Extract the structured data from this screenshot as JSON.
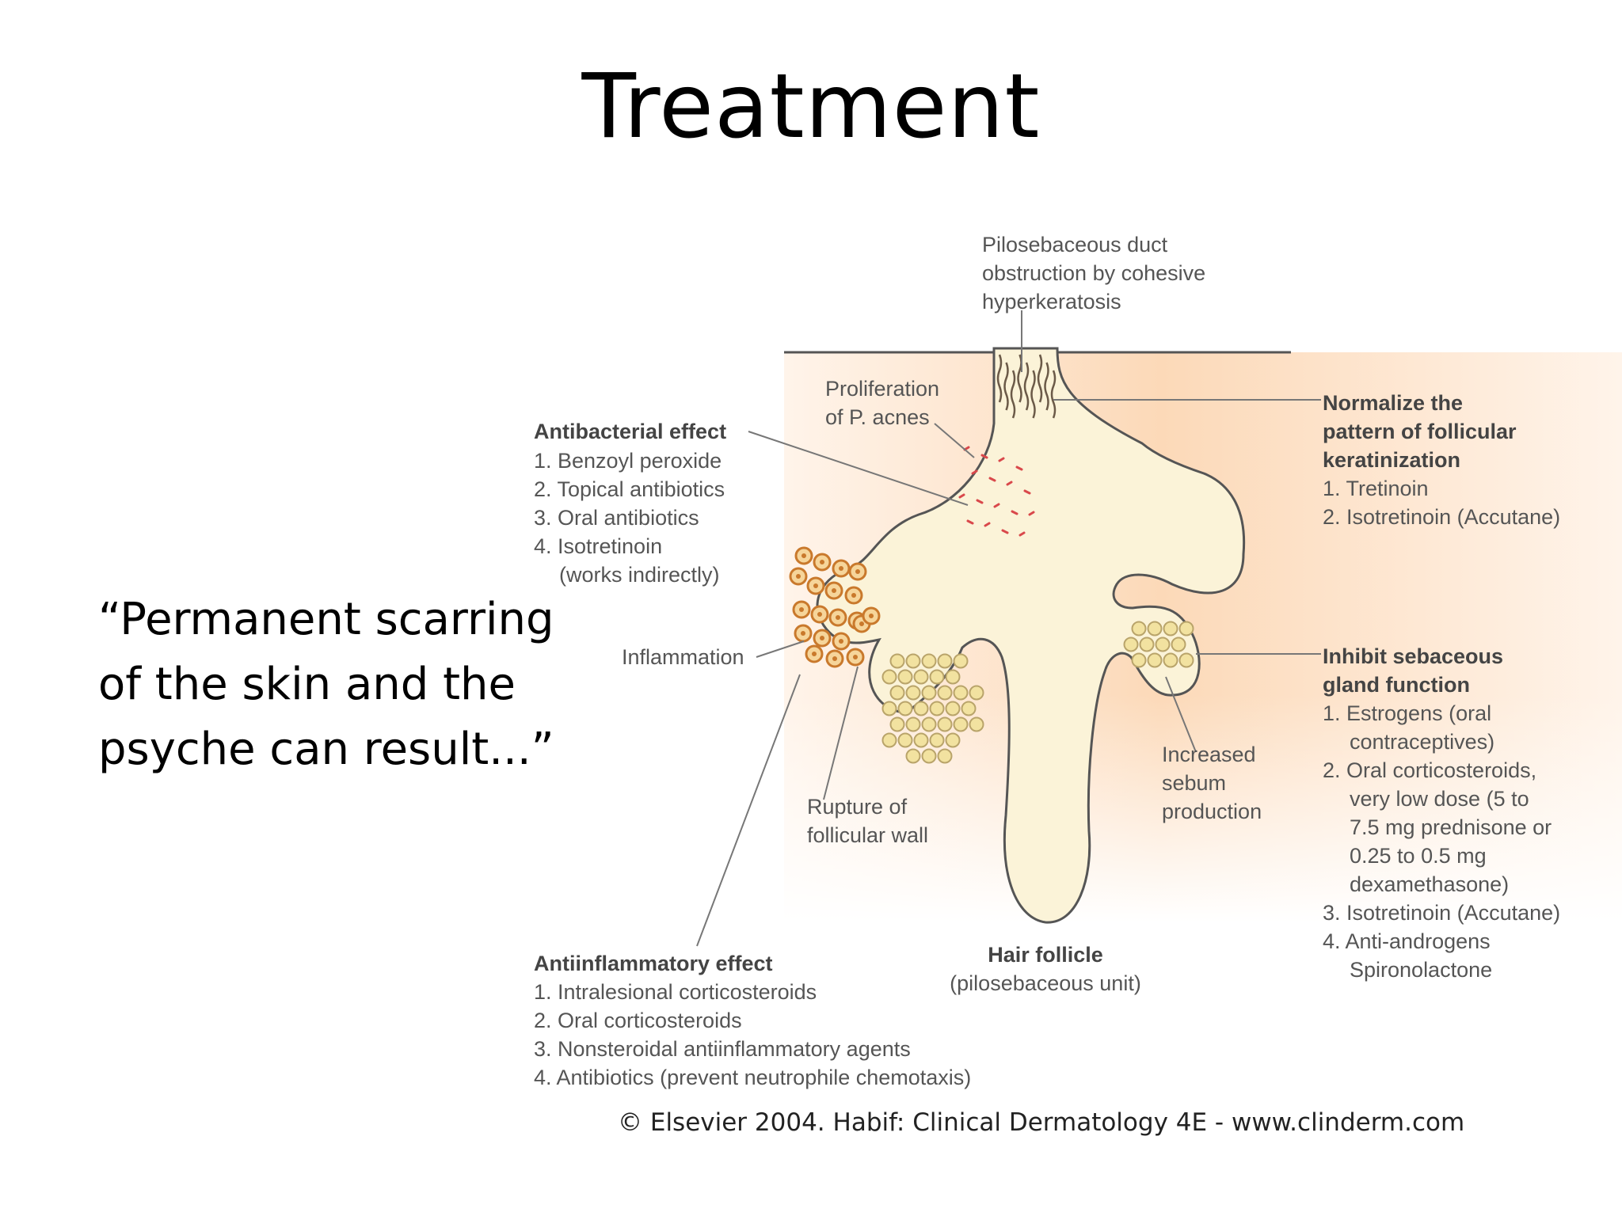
{
  "slide": {
    "title": "Treatment",
    "quote_lines": [
      "“Permanent scarring",
      "of the skin and the",
      "psyche can result...”"
    ]
  },
  "diagram": {
    "duct_label": [
      "Pilosebaceous duct",
      "obstruction by cohesive",
      "hyperkeratosis"
    ],
    "proliferation_label": [
      "Proliferation",
      "of P. acnes"
    ],
    "antibacterial": {
      "heading": "Antibacterial effect",
      "items": [
        "1. Benzoyl peroxide",
        "2. Topical antibiotics",
        "3. Oral antibiotics",
        "4. Isotretinoin",
        "(works indirectly)"
      ]
    },
    "inflammation_label": "Inflammation",
    "keratinization": {
      "heading": [
        "Normalize the",
        "pattern of follicular",
        "keratinization"
      ],
      "items": [
        "1. Tretinoin",
        "2. Isotretinoin (Accutane)"
      ]
    },
    "sebaceous": {
      "heading": [
        "Inhibit sebaceous",
        "gland function"
      ],
      "items": [
        "1. Estrogens (oral",
        "contraceptives)",
        "2. Oral corticosteroids,",
        "very low dose (5 to",
        "7.5 mg prednisone or",
        "0.25 to 0.5 mg",
        "dexamethasone)",
        "3. Isotretinoin (Accutane)",
        "4. Anti-androgens",
        "Spironolactone"
      ]
    },
    "sebum_label": [
      "Increased",
      "sebum",
      "production"
    ],
    "rupture_label": [
      "Rupture of",
      "follicular wall"
    ],
    "follicle_label": {
      "title": "Hair follicle",
      "subtitle": "(pilosebaceous unit)"
    },
    "antiinflammatory": {
      "heading": "Antiinflammatory effect",
      "items": [
        "1. Intralesional corticosteroids",
        "2. Oral corticosteroids",
        "3. Nonsteroidal antiinflammatory agents",
        "4. Antibiotics (prevent neutrophile chemotaxis)"
      ]
    },
    "credit": "© Elsevier 2004. Habif: Clinical Dermatology 4E - www.clinderm.com",
    "colors": {
      "skin": "#fce0c4",
      "follicle": "#fbf3d8",
      "outline": "#555555",
      "bacteria": "#d9484b",
      "inflammation_cell": "#c9792c",
      "sebum_cell": "#f2e2a0"
    }
  }
}
